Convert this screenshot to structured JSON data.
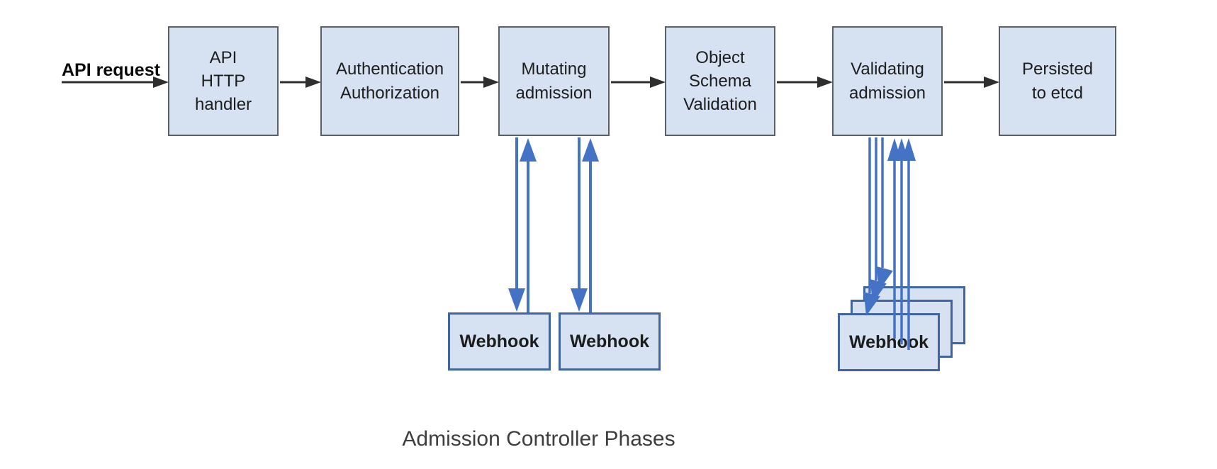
{
  "diagram": {
    "caption": "Admission Controller Phases",
    "flow_label": "API request",
    "nodes": [
      {
        "id": "api-http-handler",
        "label": "API\nHTTP\nhandler"
      },
      {
        "id": "authentication-authorization",
        "label": "Authentication\nAuthorization"
      },
      {
        "id": "mutating-admission",
        "label": "Mutating\nadmission"
      },
      {
        "id": "object-schema-validation",
        "label": "Object\nSchema\nValidation"
      },
      {
        "id": "validating-admission",
        "label": "Validating\nadmission"
      },
      {
        "id": "persisted-to-etcd",
        "label": "Persisted\nto etcd"
      }
    ],
    "webhooks": {
      "mutating": [
        {
          "label": "Webhook"
        },
        {
          "label": "Webhook"
        }
      ],
      "validating": {
        "front_label": "Webhook",
        "stack_count": 3
      }
    },
    "colors": {
      "background": "#ffffff",
      "node_fill": "#d6e2f2",
      "node_border": "#596067",
      "webhook_border": "#41659e",
      "flow_arrow": "#2e2e2e",
      "webhook_arrow": "#4472c4",
      "node_text": "#1d1d1d",
      "caption_text": "#3e3e3e"
    }
  }
}
